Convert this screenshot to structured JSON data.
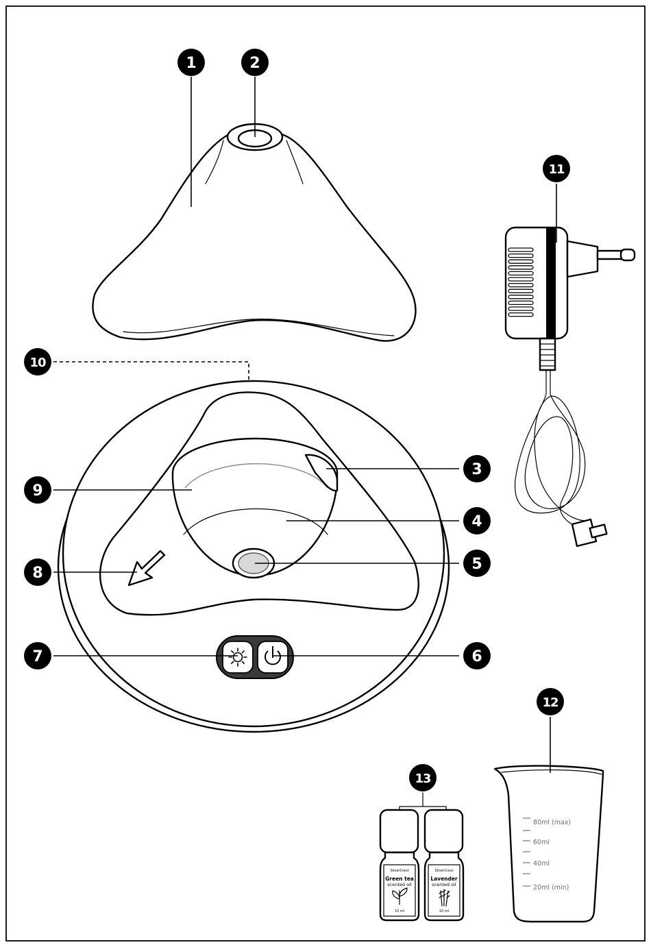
{
  "callouts": {
    "c1": "1",
    "c2": "2",
    "c3": "3",
    "c4": "4",
    "c5": "5",
    "c6": "6",
    "c7": "7",
    "c8": "8",
    "c9": "9",
    "c10": "10",
    "c11": "11",
    "c12": "12",
    "c13": "13"
  },
  "measuring_cup": {
    "mark_max": "80ml (max)",
    "mark_60": "60ml",
    "mark_40": "40ml",
    "mark_min": "20ml (min)"
  },
  "oil_bottles": [
    {
      "brand": "SilverCrest",
      "name": "Green tea",
      "type": "scented oil",
      "volume": "10 ml"
    },
    {
      "brand": "SilverCrest",
      "name": "Lavender",
      "type": "scented oil",
      "volume": "10 ml"
    }
  ],
  "icons": {
    "light_button": "sun-icon",
    "power_button": "power-icon",
    "fill_indicator": "arrow-icon"
  }
}
